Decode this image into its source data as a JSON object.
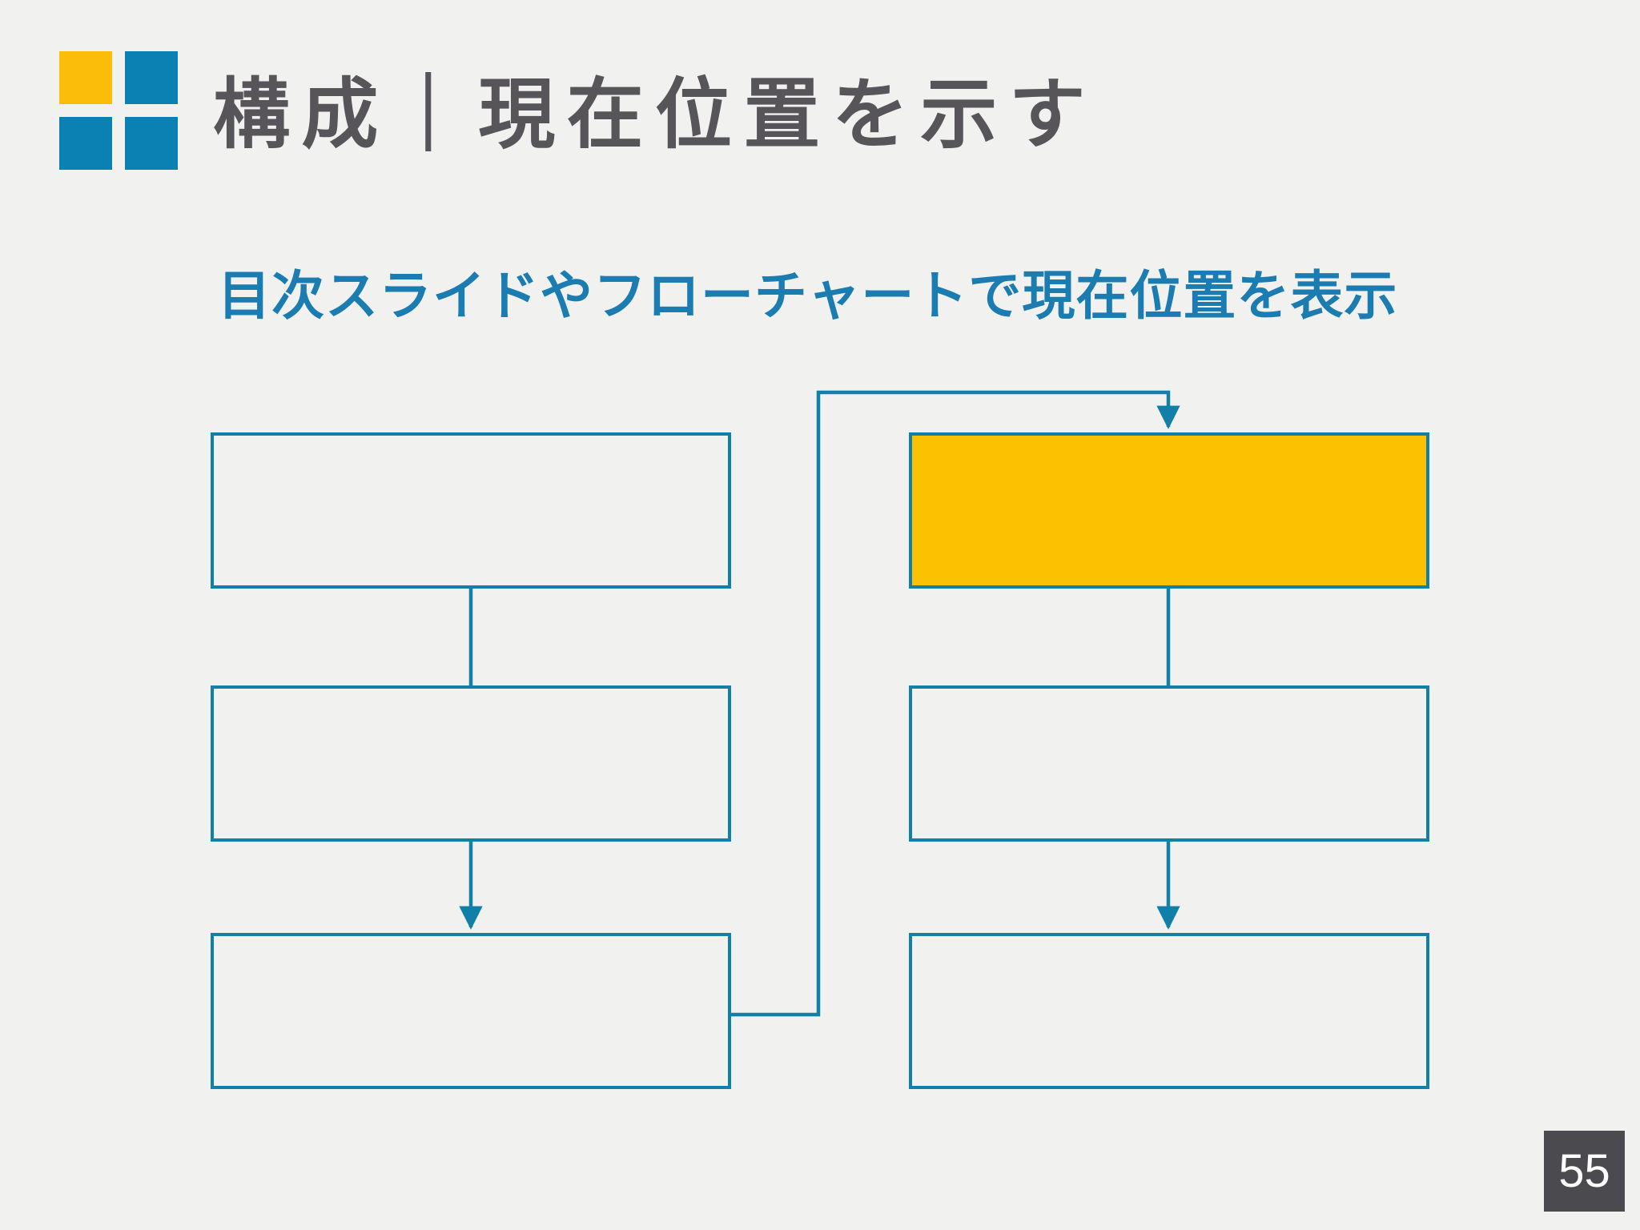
{
  "slide": {
    "title": "構成｜現在位置を示す",
    "subtitle": "目次スライドやフローチャートで現在位置を表示",
    "page_number": "55"
  },
  "colors": {
    "background": "#f1f1ef",
    "title_text": "#57545a",
    "subtitle_text": "#1b7cb2",
    "line": "#117fa8",
    "highlight_fill": "#fcc100",
    "logo_yellow": "#fbbd0a",
    "logo_blue": "#0b81b3",
    "page_badge_bg": "#4a4a4f",
    "page_badge_text": "#ffffff"
  },
  "diagram": {
    "type": "flowchart",
    "columns": 2,
    "rows": 3,
    "boxes": [
      {
        "id": "flow-box-left-1",
        "column": "left",
        "row": 1,
        "label": "",
        "highlighted": false
      },
      {
        "id": "flow-box-left-2",
        "column": "left",
        "row": 2,
        "label": "",
        "highlighted": false
      },
      {
        "id": "flow-box-left-3",
        "column": "left",
        "row": 3,
        "label": "",
        "highlighted": false
      },
      {
        "id": "flow-box-right-1",
        "column": "right",
        "row": 1,
        "label": "",
        "highlighted": true
      },
      {
        "id": "flow-box-right-2",
        "column": "right",
        "row": 2,
        "label": "",
        "highlighted": false
      },
      {
        "id": "flow-box-right-3",
        "column": "right",
        "row": 3,
        "label": "",
        "highlighted": false
      }
    ],
    "highlighted_box": "flow-box-right-1",
    "connectors": [
      {
        "from": "flow-box-left-1",
        "to": "flow-box-left-2",
        "style": "straight",
        "arrow": false
      },
      {
        "from": "flow-box-left-2",
        "to": "flow-box-left-3",
        "style": "straight",
        "arrow": true
      },
      {
        "from": "flow-box-left-3",
        "to": "flow-box-right-1",
        "style": "elbow",
        "arrow": true
      },
      {
        "from": "flow-box-right-1",
        "to": "flow-box-right-2",
        "style": "straight",
        "arrow": false
      },
      {
        "from": "flow-box-right-2",
        "to": "flow-box-right-3",
        "style": "straight",
        "arrow": true
      }
    ]
  }
}
